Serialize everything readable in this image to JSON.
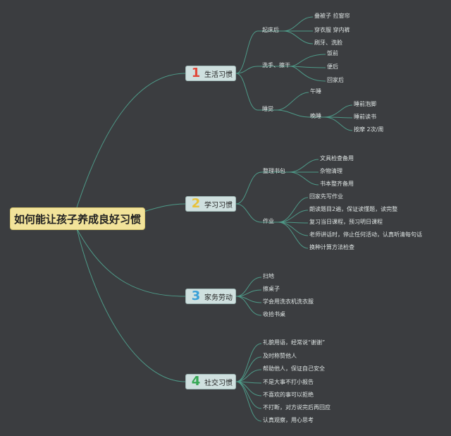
{
  "root": "如何能让孩子养成良好习惯",
  "branches": [
    {
      "num": "1",
      "label": "生活习惯",
      "groups": [
        {
          "label": "起床后",
          "items": [
            "叠被子 拉窗帘",
            "穿衣服 穿内裤",
            "刷牙、洗脸"
          ]
        },
        {
          "label": "洗手、擦干",
          "items": [
            "饭前",
            "便后",
            "回家后"
          ]
        },
        {
          "label": "睡觉",
          "items": [
            "午睡"
          ],
          "sub": {
            "label": "晚睡",
            "items": [
              "睡前泡脚",
              "睡前读书",
              "按摩 2次/周"
            ]
          }
        }
      ]
    },
    {
      "num": "2",
      "label": "学习习惯",
      "groups": [
        {
          "label": "整理书包",
          "items": [
            "文具检查备用",
            "杂物清理",
            "书本整齐备用"
          ]
        },
        {
          "label": "作业",
          "items": [
            "回家先写作业",
            "朗读题目2遍，保证读懂题，读完整",
            "复习当日课程，预习明日课程",
            "老师讲话时，停止任何活动，认真听清每句话",
            "换种计算方法检查"
          ]
        }
      ]
    },
    {
      "num": "3",
      "label": "家务劳动",
      "items": [
        "扫地",
        "擦桌子",
        "学会用洗衣机洗衣服",
        "收拾书桌"
      ]
    },
    {
      "num": "4",
      "label": "社交习惯",
      "items": [
        "礼貌用语，经常说“谢谢”",
        "及时称赞他人",
        "帮助他人，保证自己安全",
        "不是大事不打小报告",
        "不喜欢的事可以拒绝",
        "不打断，对方说完后再回应",
        "认真观察，用心思考"
      ]
    }
  ]
}
